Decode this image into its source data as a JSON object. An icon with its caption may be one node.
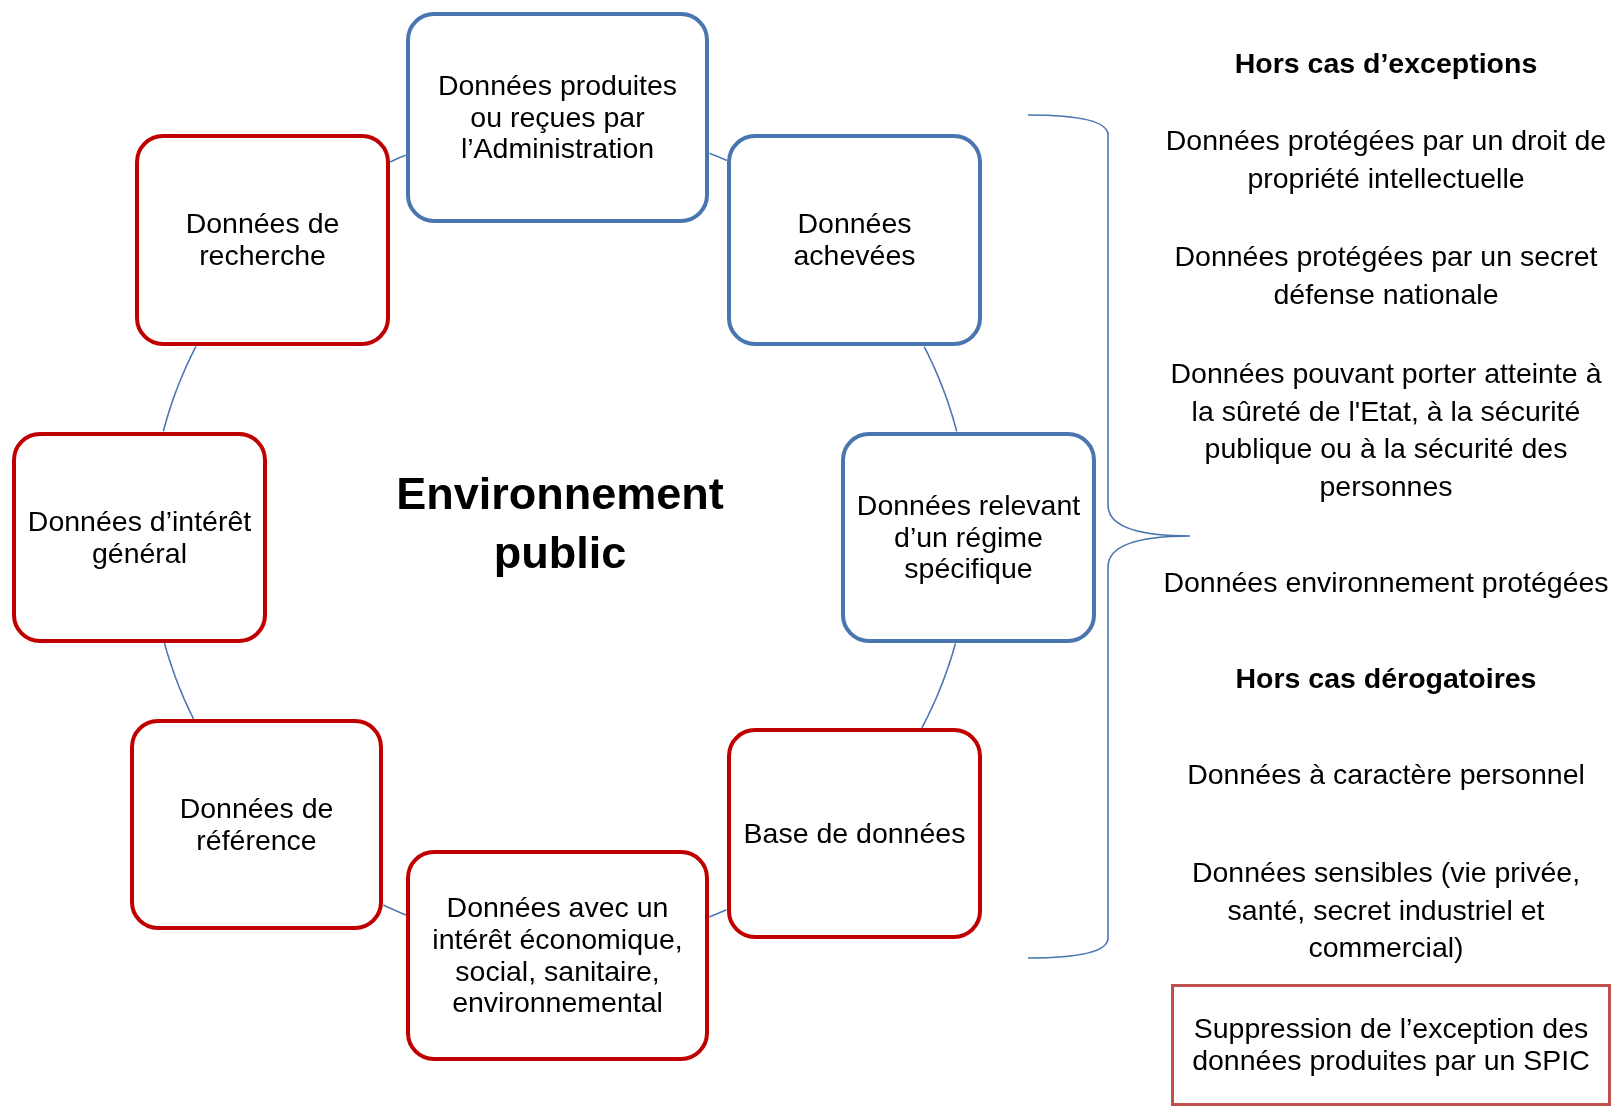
{
  "diagram": {
    "title": "Environnement public",
    "nodes": [
      {
        "text": [
          "Données produites ou reçues par l’Administration"
        ]
      },
      {
        "text": [
          "Données achevées"
        ]
      },
      {
        "text": [
          "Données relevant d’un régime spécifique"
        ]
      },
      {
        "text": [
          "Base de données"
        ]
      },
      {
        "text": [
          "Données avec un intérêt économique, social, sanitaire, environnemental"
        ]
      },
      {
        "text": [
          "Données de référence"
        ]
      },
      {
        "text": [
          "Données d’intérêt général"
        ]
      },
      {
        "text": [
          "Données de recherche"
        ]
      },
      {
        "text": [
          "Suppression de l’exception des données produites par un SPIC"
        ]
      }
    ],
    "edges": [
      {
        "from": 0,
        "to": 1,
        "arrow": "none"
      },
      {
        "from": 1,
        "to": 2,
        "arrow": "none"
      },
      {
        "from": 2,
        "to": 3,
        "arrow": "none"
      },
      {
        "from": 3,
        "to": 4,
        "arrow": "none"
      },
      {
        "from": 4,
        "to": 5,
        "arrow": "none"
      },
      {
        "from": 5,
        "to": 6,
        "arrow": "none"
      },
      {
        "from": 6,
        "to": 7,
        "arrow": "none"
      },
      {
        "from": 7,
        "to": 0,
        "arrow": "none"
      }
    ],
    "labels": [
      "Hors cas d’exceptions",
      "Données protégées par un droit de propriété intellectuelle",
      "Données protégées par un secret défense nationale",
      "Données pouvant porter atteinte à la sûreté de l'Etat, à la sécurité publique ou à la sécurité des personnes",
      "Données environnement protégées",
      "Hors cas dérogatoires",
      "Données à caractère personnel",
      "Données sensibles (vie privée, santé, secret industriel et commercial)"
    ]
  }
}
